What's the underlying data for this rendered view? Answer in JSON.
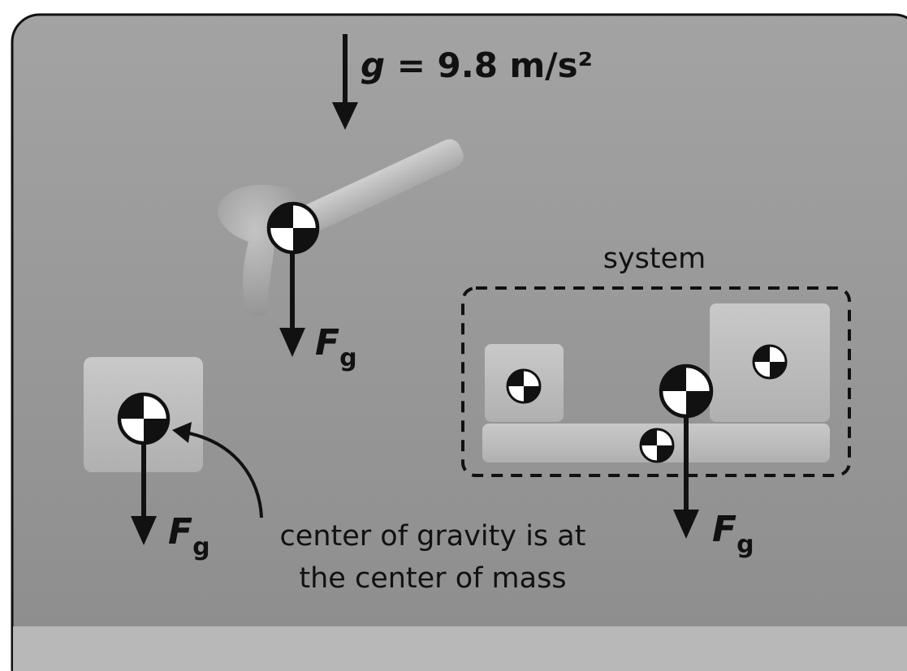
{
  "gravity": {
    "symbol": "g",
    "equals": " = ",
    "value": "9.8 m/s²"
  },
  "force_label": {
    "main": "F",
    "sub": "g"
  },
  "system_label": "system",
  "annotation": {
    "line1": "center of gravity is at",
    "line2": "the center of mass"
  },
  "colors": {
    "background": "#8f8f8f",
    "background_top": "#a2a2a2",
    "floor": "#b9b9b9",
    "block": "#bdbdbd",
    "ink": "#111111"
  },
  "icons": [
    "center-of-mass-icon",
    "hammer-icon",
    "down-arrow-icon",
    "dashed-system-boundary"
  ]
}
